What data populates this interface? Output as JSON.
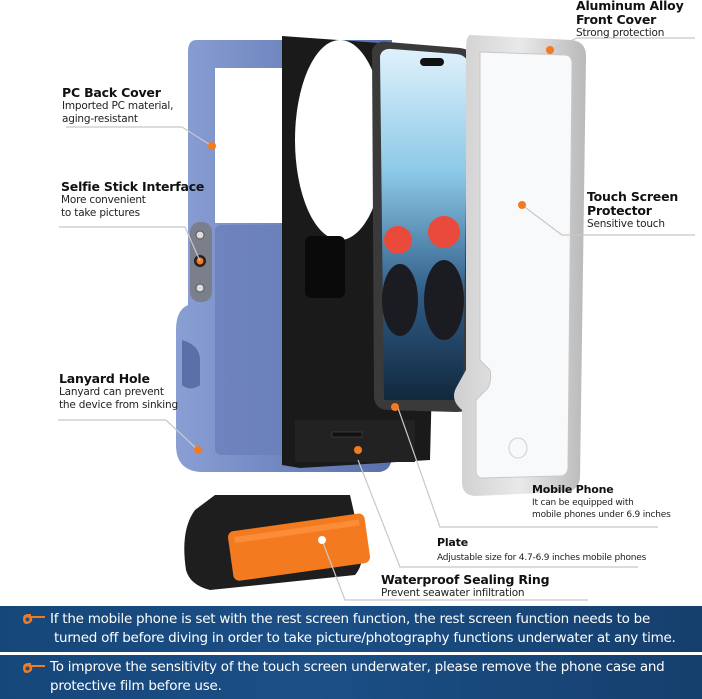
{
  "callouts": {
    "front_cover": {
      "title_line1": "Aluminum Alloy",
      "title_line2": "Front Cover",
      "desc": "Strong protection"
    },
    "back_cover": {
      "title": "PC Back Cover",
      "desc_line1": "Imported PC material,",
      "desc_line2": "aging-resistant"
    },
    "selfie_stick": {
      "title": "Selfie Stick Interface",
      "desc_line1": "More convenient",
      "desc_line2": "to take pictures"
    },
    "touch_screen": {
      "title_line1": "Touch Screen",
      "title_line2": "Protector",
      "desc": "Sensitive touch"
    },
    "lanyard": {
      "title": "Lanyard Hole",
      "desc_line1": "Lanyard can prevent",
      "desc_line2": "the device from sinking"
    },
    "mobile_phone": {
      "title": "Mobile Phone",
      "desc_line1": "It can be equipped with",
      "desc_line2": "mobile phones under 6.9 inches"
    },
    "plate": {
      "title": "Plate",
      "desc": "Adjustable size for 4.7-6.9 inches mobile phones"
    },
    "sealing_ring": {
      "title": "Waterproof Sealing Ring",
      "desc": "Prevent seawater infiltration"
    }
  },
  "notes": [
    {
      "icon": "pointing-hand-icon",
      "line1": "If the mobile phone is set with the rest screen function, the rest screen function needs to be",
      "line2": "turned off before diving in order to take picture/photography functions underwater at any time."
    },
    {
      "icon": "pointing-hand-icon",
      "line1": "To improve the sensitivity of the touch screen underwater, please remove the phone case and",
      "line2": "protective film before use."
    }
  ],
  "colors": {
    "accent_orange": "#f47a20",
    "back_cover_blue": "#6f86bf",
    "banner_blue": "#1b4f86",
    "leader_line": "#c8c8c8"
  }
}
